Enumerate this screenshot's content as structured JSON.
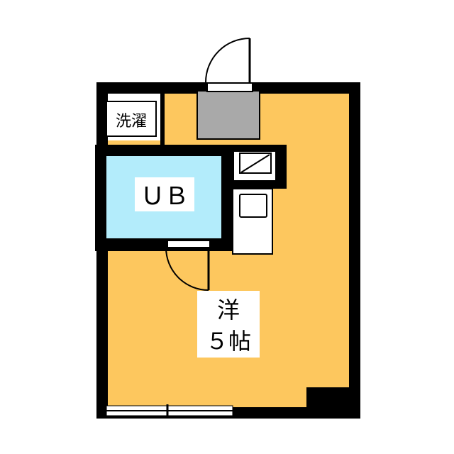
{
  "floorplan": {
    "washer_label": "洗濯",
    "bath_label": "ＵＢ",
    "room_type": "洋",
    "room_size": "５帖",
    "colors": {
      "wall": "#000000",
      "room_floor": "#fdc75e",
      "bath": "#b3ecfb",
      "entrance": "#a9a9a9",
      "fixture_bg": "#ffffff",
      "outline": "#000000"
    }
  }
}
